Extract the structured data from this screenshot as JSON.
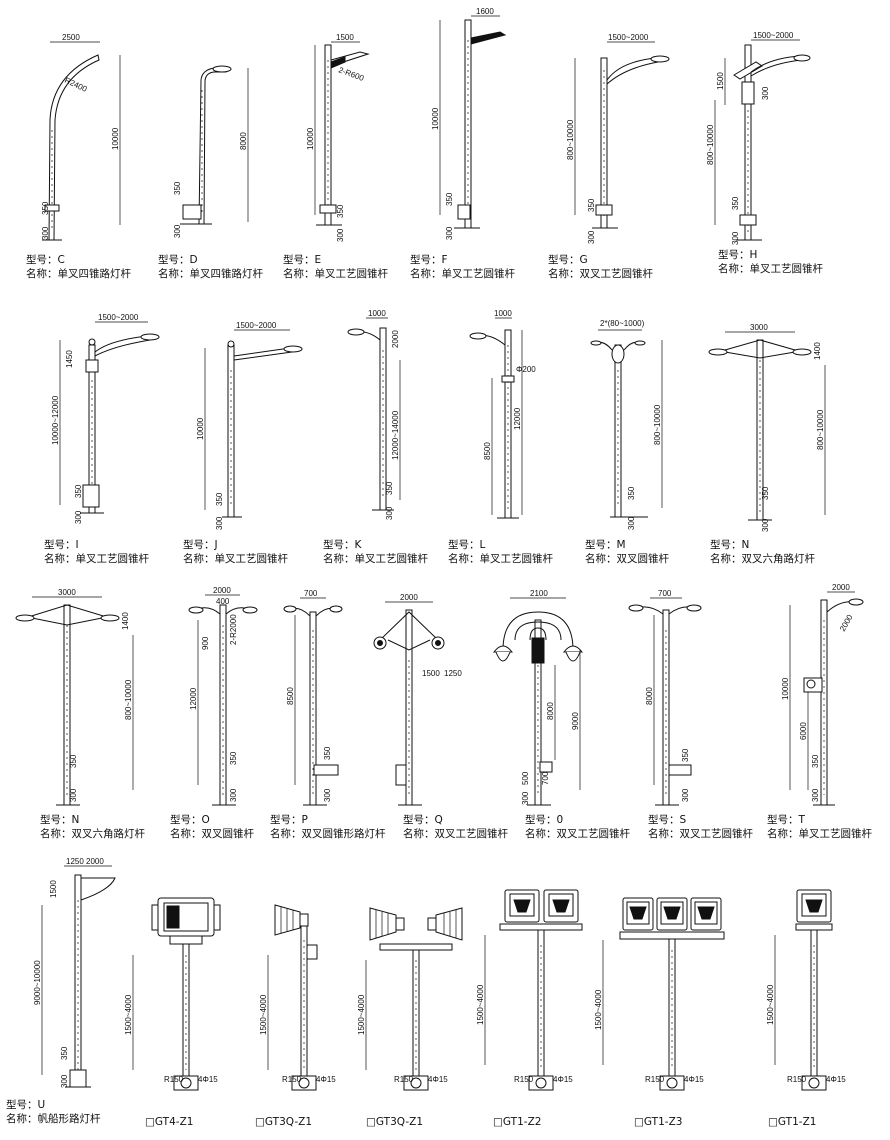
{
  "captions": {
    "c": {
      "model": "型号：C",
      "name": "名称：单叉四锥路灯杆"
    },
    "d": {
      "model": "型号：D",
      "name": "名称：单叉四锥路灯杆"
    },
    "e": {
      "model": "型号：E",
      "name": "名称：单叉工艺圆锥杆"
    },
    "f": {
      "model": "型号：F",
      "name": "名称：单叉工艺圆锥杆"
    },
    "g": {
      "model": "型号：G",
      "name": "名称：双叉工艺圆锥杆"
    },
    "h": {
      "model": "型号：H",
      "name": "名称：单叉工艺圆锥杆"
    },
    "i": {
      "model": "型号：I",
      "name": "名称：单叉工艺圆锥杆"
    },
    "j": {
      "model": "型号：J",
      "name": "名称：单叉工艺圆锥杆"
    },
    "k": {
      "model": "型号：K",
      "name": "名称：单叉工艺圆锥杆"
    },
    "l": {
      "model": "型号：L",
      "name": "名称：单叉工艺圆锥杆"
    },
    "m": {
      "model": "型号：M",
      "name": "名称：双叉圆锥杆"
    },
    "n1": {
      "model": "型号：N",
      "name": "名称：双叉六角路灯杆"
    },
    "n2": {
      "model": "型号：N",
      "name": "名称：双叉六角路灯杆"
    },
    "o": {
      "model": "型号：O",
      "name": "名称：双叉圆锥杆"
    },
    "p": {
      "model": "型号：P",
      "name": "名称：双叉圆锥形路灯杆"
    },
    "q": {
      "model": "型号：Q",
      "name": "名称：双叉工艺圆锥杆"
    },
    "o2": {
      "model": "型号：0",
      "name": "名称：双叉工艺圆锥杆"
    },
    "s": {
      "model": "型号：S",
      "name": "名称：双叉工艺圆锥杆"
    },
    "t": {
      "model": "型号：T",
      "name": "名称：单叉工艺圆锥杆"
    },
    "u": {
      "model": "型号：U",
      "name": "名称：帆船形路灯杆"
    }
  },
  "codes": {
    "gt4z1": "□GT4-Z1",
    "gt3qz1a": "□GT3Q-Z1",
    "gt3qz1b": "□GT3Q-Z1",
    "gt1z2": "□GT1-Z2",
    "gt1z3": "□GT1-Z3",
    "gt1z1": "□GT1-Z1"
  },
  "dims": {
    "c_arm": "2500",
    "c_r": "R2400",
    "c_h": "10000",
    "c_b1": "350",
    "c_b2": "300",
    "d_h": "8000",
    "d_b1": "350",
    "d_b2": "300",
    "e_arm": "1500",
    "e_r": "2-R600",
    "e_h": "10000",
    "e_b1": "350",
    "e_b2": "300",
    "f_arm": "1600",
    "f_h": "10000",
    "f_b1": "350",
    "f_b2": "300",
    "g_arm": "1500~2000",
    "g_h": "800~10000",
    "g_b1": "350",
    "g_b2": "300",
    "h_arm": "1500~2000",
    "h_top": "1500",
    "h_r": "300",
    "h_h": "800~10000",
    "h_b1": "350",
    "h_b2": "300",
    "i_arm": "1500~2000",
    "i_top": "1450",
    "i_h": "10000~12000",
    "i_b1": "350",
    "i_b2": "300",
    "j_arm": "1500~2000",
    "j_h": "10000",
    "j_b1": "350",
    "j_b2": "300",
    "k_arm": "1000",
    "k_top": "2000",
    "k_h": "12000~14000",
    "k_b1": "350",
    "k_b2": "300",
    "l_arm": "1000",
    "l_dia": "Φ200",
    "l_h1": "8500",
    "l_h2": "12000",
    "m_arm": "2*(80~1000)",
    "m_h": "800~10000",
    "m_b1": "350",
    "m_b2": "300",
    "n1_arm": "3000",
    "n1_top": "1400",
    "n1_h": "800~10000",
    "n1_b1": "350",
    "n1_b2": "300",
    "n2_arm": "3000",
    "n2_top": "1400",
    "n2_h": "800~10000",
    "n2_b1": "350",
    "n2_b2": "300",
    "o_arm": "2000",
    "o_sub": "400",
    "o_r": "2-R2000",
    "o_h1": "900",
    "o_h2": "12000",
    "o_b1": "350",
    "o_b2": "300",
    "p_arm": "700",
    "p_h": "8500",
    "p_b1": "350",
    "p_b2": "300",
    "q_arm": "2000",
    "q_s1": "1500",
    "q_s2": "1250",
    "o2_arm": "2100",
    "o2_h1": "8000",
    "o2_h2": "9000",
    "o2_b1": "500",
    "o2_b2": "300",
    "o2_b3": "700",
    "s_arm": "700",
    "s_h": "8000",
    "s_b1": "350",
    "s_b2": "300",
    "t_arm": "2000",
    "t_top": "2000",
    "t_h1": "10000",
    "t_h2": "6000",
    "t_b1": "350",
    "t_b2": "300",
    "u_arm": "1250  2000",
    "u_top": "1500",
    "u_h": "9000~10000",
    "u_b1": "350",
    "u_b2": "300",
    "hm_h1": "1500~4000",
    "hm_h2": "1500~4000",
    "hm_h3": "1500~4000",
    "hm_h4": "1500~4000",
    "hm_h5": "1500~4000",
    "hm_h6": "1500~4000",
    "base_a": "R150",
    "base_b": "4Φ15"
  }
}
